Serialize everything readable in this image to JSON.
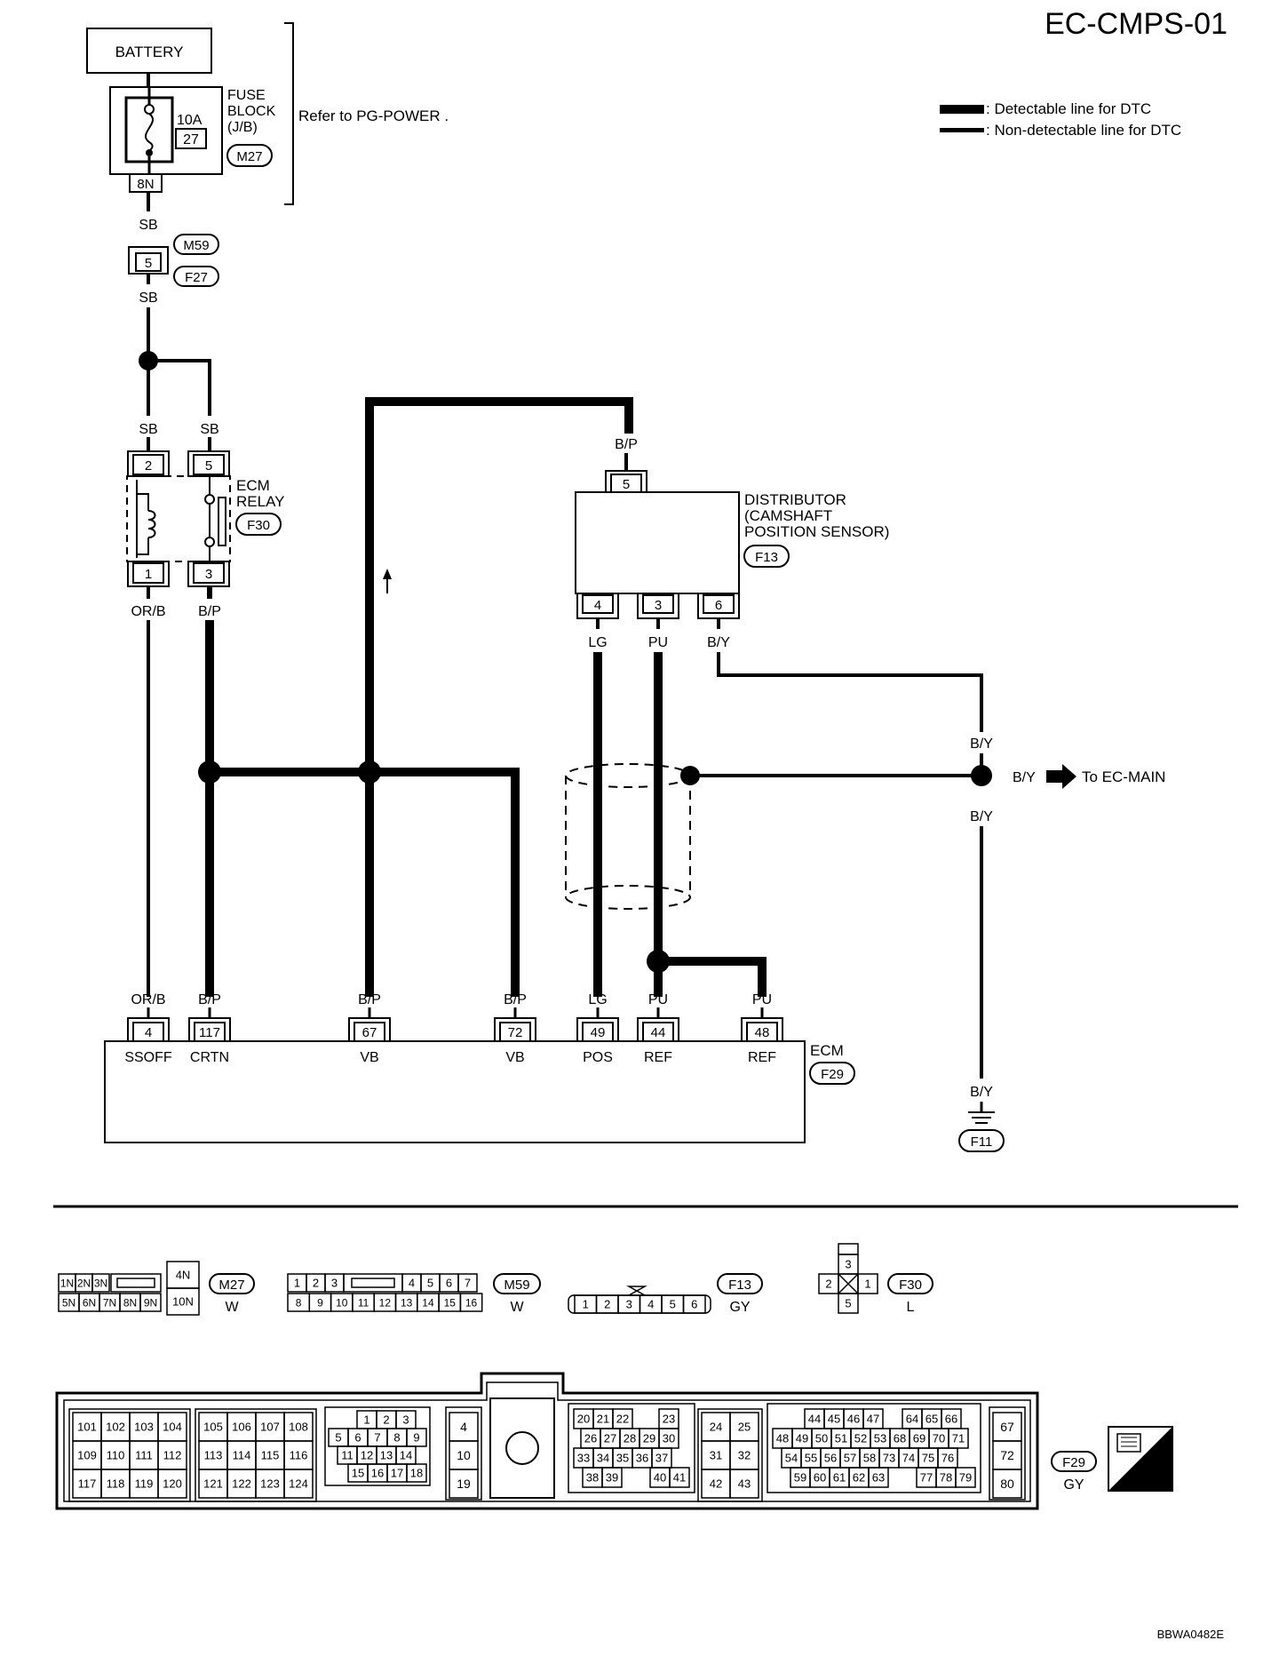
{
  "title": "EC-CMPS-01",
  "footer_code": "BBWA0482E",
  "legend": {
    "detectable": ": Detectable line for DTC",
    "non_detectable": ": Non-detectable line for DTC"
  },
  "battery": "BATTERY",
  "fuse": {
    "block_line1": "FUSE",
    "block_line2": "BLOCK",
    "block_line3": "(J/B)",
    "amp": "10A",
    "number": "27",
    "connector": "M27",
    "terminal": "8N",
    "refer": "Refer to  PG-POWER ."
  },
  "junction": {
    "pin": "5",
    "conn_top": "M59",
    "conn_bottom": "F27"
  },
  "wire_colors": {
    "sb": "SB",
    "orb": "OR/B",
    "bp": "B/P",
    "lg": "LG",
    "pu": "PU",
    "by": "B/Y"
  },
  "relay": {
    "line1": "ECM",
    "line2": "RELAY",
    "connector": "F30",
    "pins": [
      "2",
      "5",
      "1",
      "3"
    ]
  },
  "distributor": {
    "line1": "DISTRIBUTOR",
    "line2": "(CAMSHAFT",
    "line3": "POSITION SENSOR)",
    "connector": "F13",
    "top_pin": "5",
    "bottom_pins": [
      "4",
      "3",
      "6"
    ]
  },
  "to_main": "To EC-MAIN",
  "ground": {
    "connector": "F11"
  },
  "ecm": {
    "label": "ECM",
    "connector": "F29",
    "terminals": [
      {
        "pin": "4",
        "name": "SSOFF",
        "wire": "OR/B"
      },
      {
        "pin": "117",
        "name": "CRTN",
        "wire": "B/P"
      },
      {
        "pin": "67",
        "name": "VB",
        "wire": "B/P"
      },
      {
        "pin": "72",
        "name": "VB",
        "wire": "B/P"
      },
      {
        "pin": "49",
        "name": "POS",
        "wire": "LG"
      },
      {
        "pin": "44",
        "name": "REF",
        "wire": "PU"
      },
      {
        "pin": "48",
        "name": "REF",
        "wire": "PU"
      }
    ]
  },
  "connector_views": {
    "m27": {
      "id": "M27",
      "color": "W",
      "row1": [
        "1N",
        "2N",
        "3N"
      ],
      "row2": [
        "5N",
        "6N",
        "7N",
        "8N",
        "9N"
      ],
      "side": [
        "4N",
        "10N"
      ]
    },
    "m59": {
      "id": "M59",
      "color": "W",
      "row1": [
        "1",
        "2",
        "3",
        "4",
        "5",
        "6",
        "7"
      ],
      "row2": [
        "8",
        "9",
        "10",
        "11",
        "12",
        "13",
        "14",
        "15",
        "16"
      ]
    },
    "f13": {
      "id": "F13",
      "color": "GY",
      "pins": [
        "1",
        "2",
        "3",
        "4",
        "5",
        "6"
      ]
    },
    "f30": {
      "id": "F30",
      "color": "L",
      "pins": [
        "3",
        "2",
        "1",
        "5"
      ]
    },
    "f29": {
      "id": "F29",
      "color": "GY",
      "g1": [
        [
          "101",
          "102",
          "103",
          "104"
        ],
        [
          "109",
          "110",
          "111",
          "112"
        ],
        [
          "117",
          "118",
          "119",
          "120"
        ]
      ],
      "g2": [
        [
          "105",
          "106",
          "107",
          "108"
        ],
        [
          "113",
          "114",
          "115",
          "116"
        ],
        [
          "121",
          "122",
          "123",
          "124"
        ]
      ],
      "g3": [
        [
          "1",
          "2",
          "3"
        ],
        [
          "5",
          "6",
          "7",
          "8",
          "9"
        ],
        [
          "11",
          "12",
          "13",
          "14"
        ],
        [
          "15",
          "16",
          "17",
          "18"
        ]
      ],
      "g4": [
        "4",
        "10",
        "19"
      ],
      "g5": [
        [
          "20",
          "21",
          "22",
          "23"
        ],
        [
          "26",
          "27",
          "28",
          "29",
          "30"
        ],
        [
          "33",
          "34",
          "35",
          "36",
          "37"
        ],
        [
          "38",
          "39",
          "40",
          "41"
        ]
      ],
      "g6": [
        [
          "24",
          "25"
        ],
        [
          "31",
          "32"
        ],
        [
          "42",
          "43"
        ]
      ],
      "g7": [
        [
          "44",
          "45",
          "46",
          "47",
          "64",
          "65",
          "66"
        ],
        [
          "48",
          "49",
          "50",
          "51",
          "52",
          "53",
          "68",
          "69",
          "70",
          "71"
        ],
        [
          "54",
          "55",
          "56",
          "57",
          "58",
          "73",
          "74",
          "75",
          "76"
        ],
        [
          "59",
          "60",
          "61",
          "62",
          "63",
          "77",
          "78",
          "79"
        ]
      ],
      "g8": [
        "67",
        "72",
        "80"
      ],
      "hs": "H.S."
    }
  }
}
